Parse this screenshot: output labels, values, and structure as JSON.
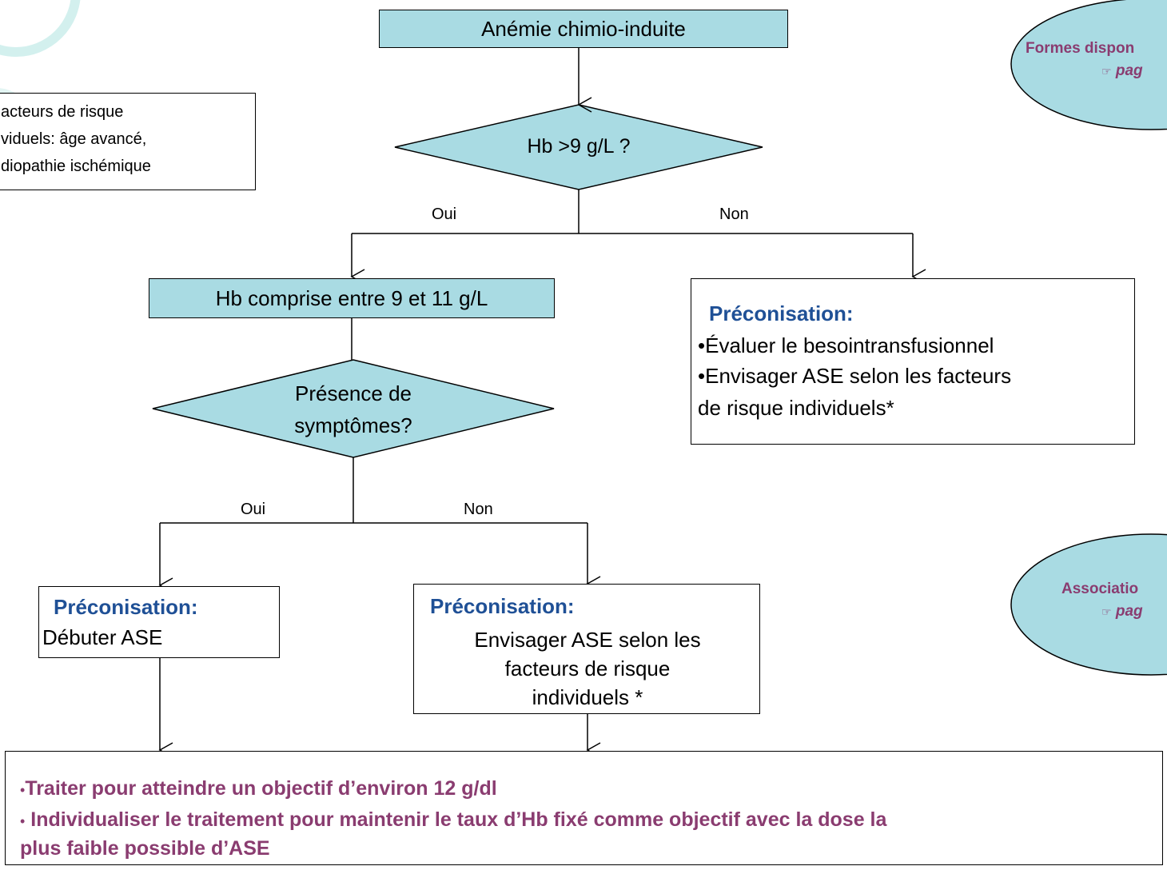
{
  "flow": {
    "start": "Anémie chimio-induite",
    "decision1": "Hb >9 g/L ?",
    "oui1": "Oui",
    "non1": "Non",
    "mid": "Hb comprise entre 9 et 11 g/L",
    "decision2_line1": "Présence de",
    "decision2_line2": "symptômes?",
    "oui2": "Oui",
    "non2": "Non"
  },
  "risk_note": {
    "line1": "acteurs de risque",
    "line2": "viduels: âge avancé,",
    "line3": "diopathie ischémique"
  },
  "right_box": {
    "title": "Préconisation:",
    "line1": "•Évaluer le besointransfusionnel",
    "line2": "•Envisager ASE selon les facteurs",
    "line3": "de risque individuels*"
  },
  "left_box": {
    "title": "Préconisation:",
    "line1": "Débuter ASE"
  },
  "middle_box": {
    "title": "Préconisation:",
    "line1": "Envisager ASE selon les",
    "line2": "facteurs de risque",
    "line3": "individuels *"
  },
  "bottom_box": {
    "line1": "Traiter pour atteindre un objectif d’environ 12 g/dl",
    "line2": " Individualiser le traitement pour maintenir le taux d’Hb fixé comme objectif avec la dose la",
    "line3": "plus faible possible d’ASE"
  },
  "side_bubbles": {
    "top_title": "Formes dispon",
    "top_sub": "pag",
    "bottom_title": "Associatio",
    "bottom_sub": "pag"
  },
  "colors": {
    "fill": "#a9dbe3",
    "title_blue": "#1f5096",
    "plum": "#8a3c70",
    "decor_ring": "#d3f0ee"
  }
}
